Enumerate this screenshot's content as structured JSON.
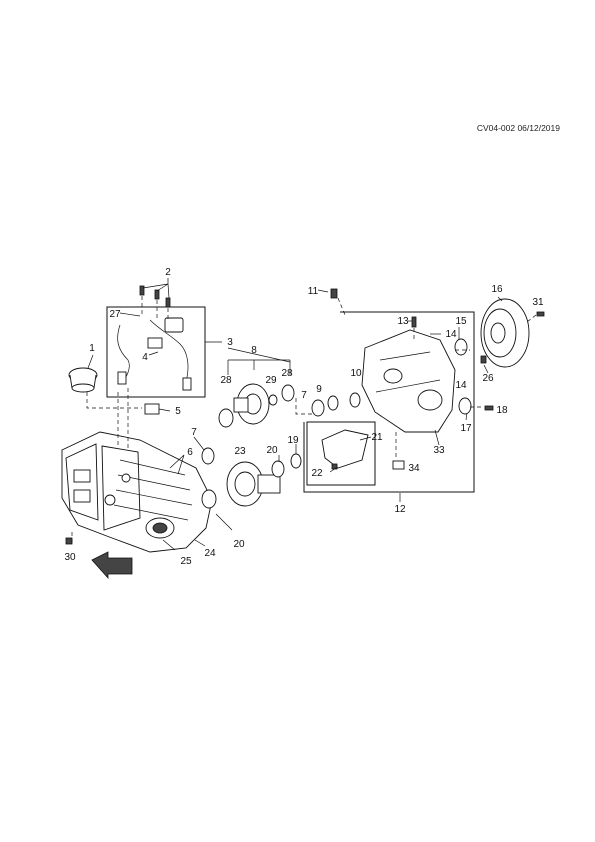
{
  "reference": {
    "code": "CV04-002 06/12/2019"
  },
  "callouts": [
    {
      "id": "c1",
      "text": "1"
    },
    {
      "id": "c2",
      "text": "2"
    },
    {
      "id": "c3",
      "text": "3"
    },
    {
      "id": "c4",
      "text": "4"
    },
    {
      "id": "c5",
      "text": "5"
    },
    {
      "id": "c6",
      "text": "6"
    },
    {
      "id": "c7a",
      "text": "7"
    },
    {
      "id": "c7b",
      "text": "7"
    },
    {
      "id": "c8",
      "text": "8"
    },
    {
      "id": "c9",
      "text": "9"
    },
    {
      "id": "c10",
      "text": "10"
    },
    {
      "id": "c11",
      "text": "11"
    },
    {
      "id": "c12",
      "text": "12"
    },
    {
      "id": "c13",
      "text": "13"
    },
    {
      "id": "c14a",
      "text": "14"
    },
    {
      "id": "c14b",
      "text": "14"
    },
    {
      "id": "c15",
      "text": "15"
    },
    {
      "id": "c16",
      "text": "16"
    },
    {
      "id": "c17",
      "text": "17"
    },
    {
      "id": "c18",
      "text": "18"
    },
    {
      "id": "c19",
      "text": "19"
    },
    {
      "id": "c20a",
      "text": "20"
    },
    {
      "id": "c20b",
      "text": "20"
    },
    {
      "id": "c21",
      "text": "21"
    },
    {
      "id": "c22",
      "text": "22"
    },
    {
      "id": "c23",
      "text": "23"
    },
    {
      "id": "c24",
      "text": "24"
    },
    {
      "id": "c25",
      "text": "25"
    },
    {
      "id": "c26",
      "text": "26"
    },
    {
      "id": "c27",
      "text": "27"
    },
    {
      "id": "c28a",
      "text": "28"
    },
    {
      "id": "c28b",
      "text": "28"
    },
    {
      "id": "c29",
      "text": "29"
    },
    {
      "id": "c30",
      "text": "30"
    },
    {
      "id": "c31",
      "text": "31"
    },
    {
      "id": "c33",
      "text": "33"
    },
    {
      "id": "c34",
      "text": "34"
    }
  ]
}
